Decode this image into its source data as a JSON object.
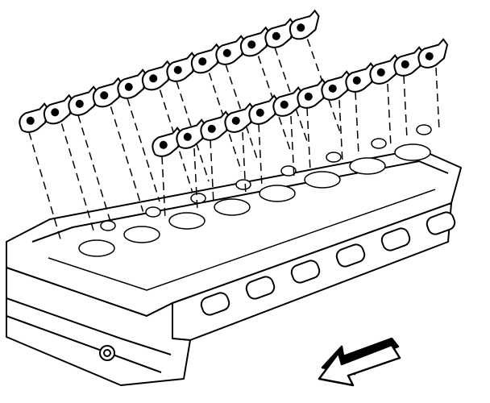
{
  "diagram": {
    "subject": "cylinder-head-with-rocker-arms",
    "upper_row_rocker_count": 12,
    "lower_row_rocker_count": 12,
    "direction_indicator": "arrow-pointing-front-left",
    "colors": {
      "line": "#000000",
      "fill": "#ffffff",
      "shade": "#000000"
    }
  }
}
